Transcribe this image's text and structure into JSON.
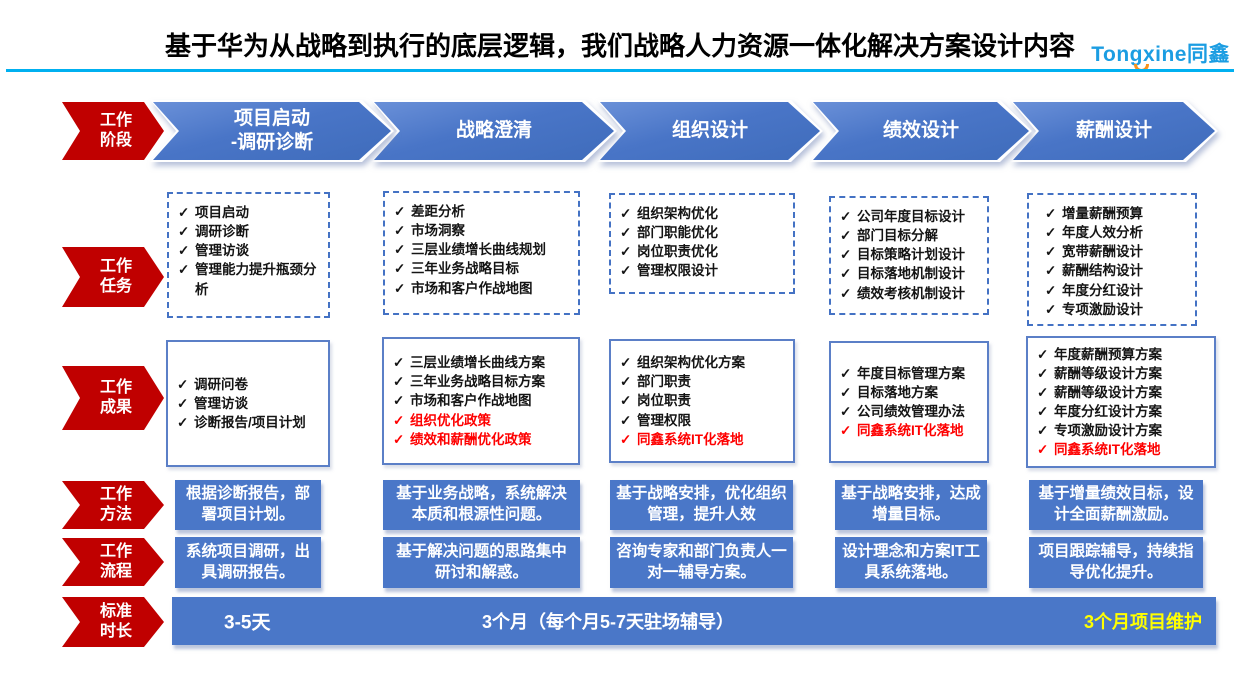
{
  "header": {
    "title": "基于华为从战略到执行的底层逻辑，我们战略人力资源一体化解决方案设计内容",
    "logo": "Tongxine同鑫"
  },
  "glyphs": {
    "check": "✓"
  },
  "rails": [
    {
      "line1": "工作",
      "line2": "阶段"
    },
    {
      "line1": "工作",
      "line2": "任务"
    },
    {
      "line1": "工作",
      "line2": "成果"
    },
    {
      "line1": "工作",
      "line2": "方法"
    },
    {
      "line1": "工作",
      "line2": "流程"
    },
    {
      "line1": "标准",
      "line2": "时长"
    }
  ],
  "stages": [
    {
      "line1": "项目启动",
      "line2": "-调研诊断"
    },
    {
      "line1": "战略澄清",
      "line2": ""
    },
    {
      "line1": "组织设计",
      "line2": ""
    },
    {
      "line1": "绩效设计",
      "line2": ""
    },
    {
      "line1": "薪酬设计",
      "line2": ""
    }
  ],
  "columns": [
    {
      "tasks": [
        {
          "text": "项目启动"
        },
        {
          "text": "调研诊断"
        },
        {
          "text": "管理访谈"
        },
        {
          "text": "管理能力提升瓶颈分析"
        }
      ],
      "results": [
        {
          "text": "调研问卷"
        },
        {
          "text": "管理访谈"
        },
        {
          "text": "诊断报告/项目计划"
        }
      ],
      "method": "根据诊断报告，部署项目计划。",
      "process": "系统项目调研，出具调研报告。"
    },
    {
      "tasks": [
        {
          "text": "差距分析"
        },
        {
          "text": "市场洞察"
        },
        {
          "text": "三层业绩增长曲线规划"
        },
        {
          "text": "三年业务战略目标"
        },
        {
          "text": "市场和客户作战地图"
        }
      ],
      "results": [
        {
          "text": "三层业绩增长曲线方案"
        },
        {
          "text": "三年业务战略目标方案"
        },
        {
          "text": "市场和客户作战地图"
        },
        {
          "text": "组织优化政策",
          "highlight": true
        },
        {
          "text": "绩效和薪酬优化政策",
          "highlight": true
        }
      ],
      "method": "基于业务战略，系统解决本质和根源性问题。",
      "process": "基于解决问题的思路集中研讨和解惑。"
    },
    {
      "tasks": [
        {
          "text": "组织架构优化"
        },
        {
          "text": "部门职能优化"
        },
        {
          "text": "岗位职责优化"
        },
        {
          "text": "管理权限设计"
        }
      ],
      "results": [
        {
          "text": "组织架构优化方案"
        },
        {
          "text": "部门职责"
        },
        {
          "text": "岗位职责"
        },
        {
          "text": "管理权限"
        },
        {
          "text": "同鑫系统IT化落地",
          "highlight": true
        }
      ],
      "method": "基于战略安排，优化组织管理，提升人效",
      "process": "咨询专家和部门负责人一对一辅导方案。"
    },
    {
      "tasks": [
        {
          "text": "公司年度目标设计"
        },
        {
          "text": "部门目标分解"
        },
        {
          "text": "目标策略计划设计"
        },
        {
          "text": "目标落地机制设计"
        },
        {
          "text": "绩效考核机制设计"
        }
      ],
      "results": [
        {
          "text": "年度目标管理方案"
        },
        {
          "text": "目标落地方案"
        },
        {
          "text": "公司绩效管理办法"
        },
        {
          "text": "同鑫系统IT化落地",
          "highlight": true
        }
      ],
      "method": "基于战略安排，达成增量目标。",
      "process": "设计理念和方案IT工具系统落地。"
    },
    {
      "tasks": [
        {
          "text": "增量薪酬预算"
        },
        {
          "text": "年度人效分析"
        },
        {
          "text": "宽带薪酬设计"
        },
        {
          "text": "薪酬结构设计"
        },
        {
          "text": "年度分红设计"
        },
        {
          "text": "专项激励设计"
        }
      ],
      "results": [
        {
          "text": "年度薪酬预算方案"
        },
        {
          "text": "薪酬等级设计方案"
        },
        {
          "text": "薪酬等级设计方案"
        },
        {
          "text": "年度分红设计方案"
        },
        {
          "text": "专项激励设计方案"
        },
        {
          "text": "同鑫系统IT化落地",
          "highlight": true
        }
      ],
      "method": "基于增量绩效目标，设计全面薪酬激励。",
      "process": "项目跟踪辅导，持续指导优化提升。"
    }
  ],
  "duration": {
    "phase1": "3-5天",
    "phase2": "3个月（每个月5-7天驻场辅导）",
    "phase3": "3个月项目维护"
  },
  "colors": {
    "rail_red": "#C00000",
    "stage_blue": "#4472C4",
    "accent_line": "#00B0F0",
    "highlight_red": "#FE0000",
    "duration_yellow": "#FFFF00",
    "logo_blue": "#1B9DE2",
    "logo_orange": "#F7941D"
  }
}
